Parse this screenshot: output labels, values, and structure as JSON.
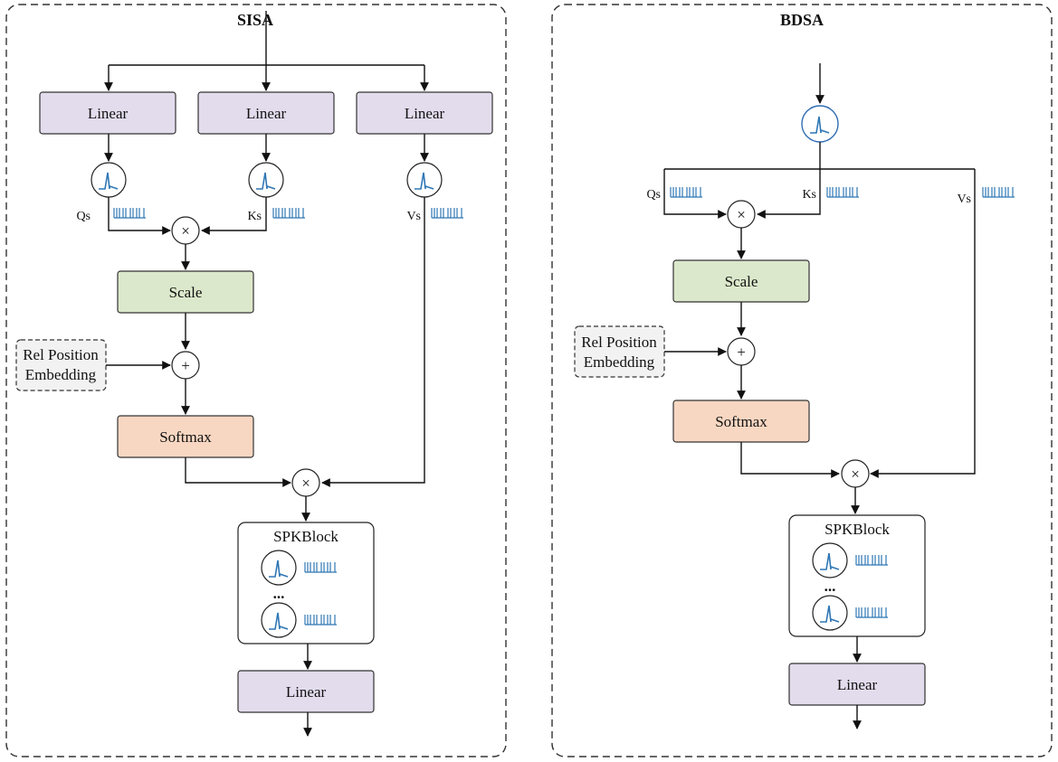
{
  "panels": [
    {
      "id": "sisa",
      "title": "SISA",
      "linear_labels": [
        "Linear",
        "Linear",
        "Linear"
      ],
      "signal_labels": [
        "Qs",
        "Ks",
        "Vs"
      ],
      "scale_label": "Scale",
      "rel_position_label": [
        "Rel Position",
        "Embedding"
      ],
      "softmax_label": "Softmax",
      "spkblock_label": "SPKBlock",
      "ellipsis": "...",
      "output_linear_label": "Linear",
      "multiply_symbol": "×",
      "add_symbol": "+"
    },
    {
      "id": "bdsa",
      "title": "BDSA",
      "signal_labels": [
        "Qs",
        "Ks",
        "Vs"
      ],
      "scale_label": "Scale",
      "rel_position_label": [
        "Rel Position",
        "Embedding"
      ],
      "softmax_label": "Softmax",
      "spkblock_label": "SPKBlock",
      "ellipsis": "...",
      "output_linear_label": "Linear",
      "multiply_symbol": "×",
      "add_symbol": "+"
    }
  ],
  "colors": {
    "linear_fill": "#e3dced",
    "scale_fill": "#dce8cb",
    "softmax_fill": "#f8d7c2",
    "rel_position_fill": "#f2f2f2",
    "spike_color": "#2f77b5"
  },
  "icons": [
    "spiking-neuron-icon",
    "spike-train-icon",
    "multiply-icon",
    "add-icon",
    "arrow-icon"
  ]
}
